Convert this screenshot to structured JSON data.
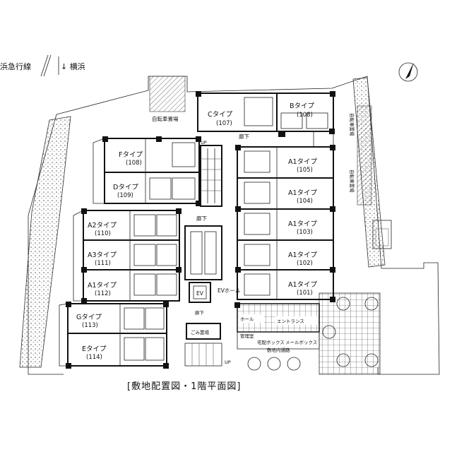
{
  "header": {
    "line_label": "浜急行線",
    "direction_label": "↓ 横浜"
  },
  "caption": "[敷地配置図・1階平面図]",
  "facilities": {
    "bicycle_parking_top": "自転車置場",
    "bicycle_parking_right_1": "自転車置場",
    "bicycle_parking_right_2": "自転車置場",
    "corridor_top": "廊下",
    "corridor_center": "廊下",
    "corridor_bottom": "廊下",
    "elevator": "EV",
    "elevator_hall": "EVホール",
    "hall": "ホール",
    "entrance": "エントランス",
    "garbage": "ごみ置場",
    "admin_room": "管理室",
    "delivery_box": "宅配ボックス",
    "mail_box": "メールボックス",
    "site_path": "敷地内通路",
    "stair_up_1": "UP",
    "stair_up_2": "UP"
  },
  "units": [
    {
      "type": "Cタイプ",
      "number": "(107)"
    },
    {
      "type": "Bタイプ",
      "number": "(108)"
    },
    {
      "type": "Fタイプ",
      "number": "(108)"
    },
    {
      "type": "Dタイプ",
      "number": "(109)"
    },
    {
      "type": "A1タイプ",
      "number": "(105)"
    },
    {
      "type": "A1タイプ",
      "number": "(104)"
    },
    {
      "type": "A2タイプ",
      "number": "(110)"
    },
    {
      "type": "A1タイプ",
      "number": "(103)"
    },
    {
      "type": "A3タイプ",
      "number": "(111)"
    },
    {
      "type": "A1タイプ",
      "number": "(102)"
    },
    {
      "type": "A1タイプ",
      "number": "(112)"
    },
    {
      "type": "A1タイプ",
      "number": "(101)"
    },
    {
      "type": "Gタイプ",
      "number": "(113)"
    },
    {
      "type": "Eタイプ",
      "number": "(114)"
    }
  ],
  "north_arrow_icon": "north-arrow-icon"
}
